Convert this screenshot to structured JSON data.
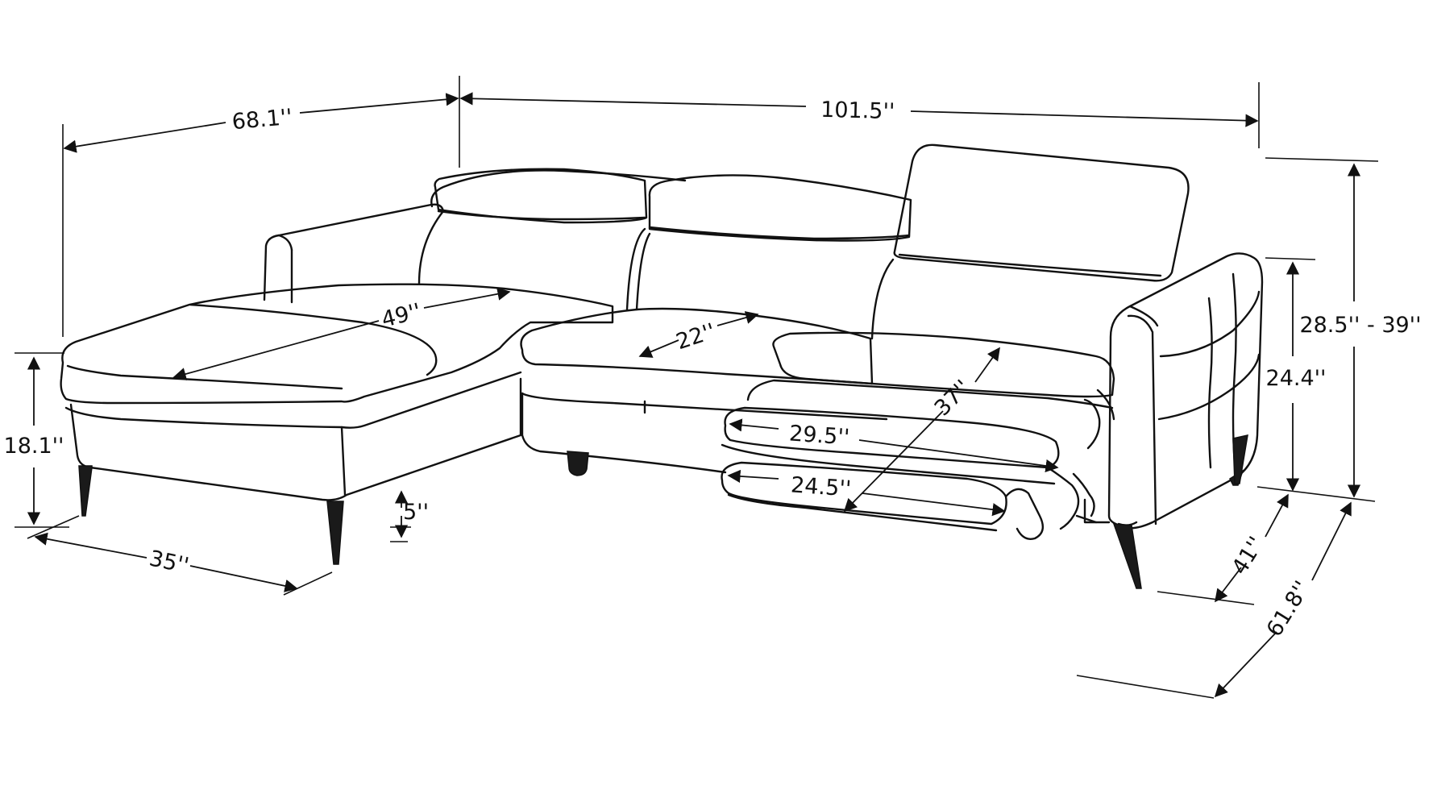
{
  "diagram": {
    "dimensions": {
      "chaise_length": "68.1''",
      "total_width": "101.5''",
      "chaise_seat_length": "49''",
      "seat_depth": "22''",
      "recliner_extension": "37''",
      "footrest_upper": "29.5''",
      "footrest_lower": "24.5''",
      "seat_height": "18.1''",
      "leg_height": "5''",
      "chaise_width": "35''",
      "total_height": "28.5'' - 39''",
      "arm_height": "24.4''",
      "depth": "41''",
      "extended_depth": "61.8''"
    },
    "colors": {
      "line": "#111111",
      "background": "#ffffff",
      "leg": "#1a1a1a"
    }
  }
}
